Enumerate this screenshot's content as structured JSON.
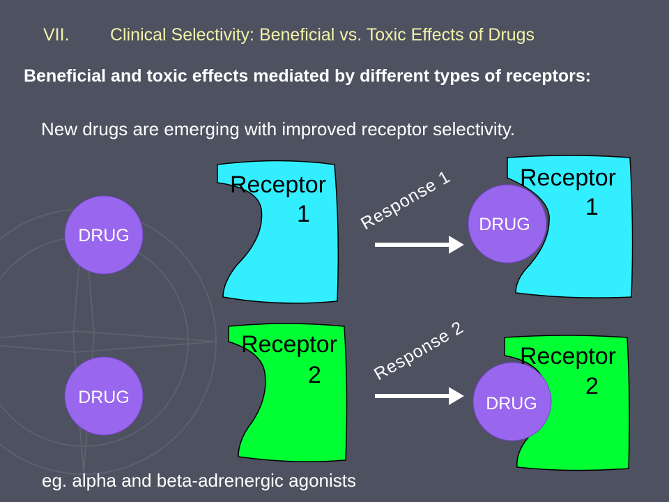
{
  "slide": {
    "title_number": "VII.",
    "title_text": "Clinical Selectivity: Beneficial vs. Toxic Effects of Drugs",
    "heading": "Beneficial and toxic effects mediated by different types of receptors:",
    "subtext": "New drugs are emerging with improved receptor selectivity.",
    "footer": "eg. alpha and beta-adrenergic agonists"
  },
  "diagram": {
    "drug_label": "DRUG",
    "receptor_word": "Receptor",
    "row1": {
      "receptor_number": "1",
      "response": "Response 1"
    },
    "row2": {
      "receptor_number": "2",
      "response": "Response 2"
    }
  },
  "colors": {
    "background": "#4d5160",
    "title": "#f2f2a8",
    "drug": "#9966ee",
    "receptor1": "#33eeff",
    "receptor2": "#00ff33",
    "arrow": "#ffffff"
  }
}
